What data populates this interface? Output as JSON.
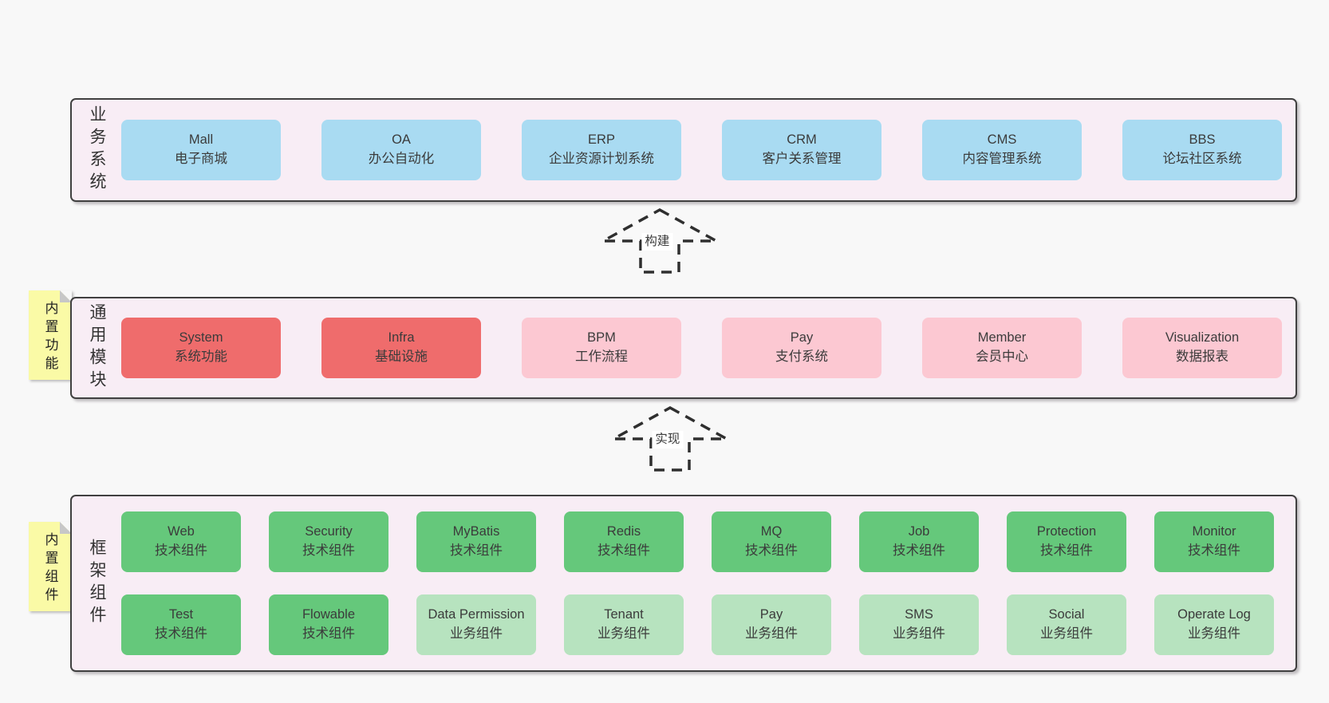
{
  "diagram_title": "framework-architecture-diagram",
  "arrows": [
    {
      "label": "构建"
    },
    {
      "label": "实现"
    }
  ],
  "colors": {
    "page_bg": "#f8f8f8",
    "band_bg": "#f8edf5",
    "band_border": "#404040",
    "blue_box": "#a9dbf2",
    "red_box": "#ef6c6c",
    "pink_box": "#fcc8d2",
    "green_dark_box": "#65c87b",
    "green_light_box": "#b7e3bf",
    "sticky_note": "#fafaa6",
    "text": "#3b3b3b"
  },
  "bands": [
    {
      "label": "业务系统",
      "boxes": [
        {
          "title": "Mall",
          "subtitle": "电子商城"
        },
        {
          "title": "OA",
          "subtitle": "办公自动化"
        },
        {
          "title": "ERP",
          "subtitle": "企业资源计划系统"
        },
        {
          "title": "CRM",
          "subtitle": "客户关系管理"
        },
        {
          "title": "CMS",
          "subtitle": "内容管理系统"
        },
        {
          "title": "BBS",
          "subtitle": "论坛社区系统"
        }
      ]
    },
    {
      "label": "通用模块",
      "note": "内置功能",
      "boxes": [
        {
          "title": "System",
          "subtitle": "系统功能"
        },
        {
          "title": "Infra",
          "subtitle": "基础设施"
        },
        {
          "title": "BPM",
          "subtitle": "工作流程"
        },
        {
          "title": "Pay",
          "subtitle": "支付系统"
        },
        {
          "title": "Member",
          "subtitle": "会员中心"
        },
        {
          "title": "Visualization",
          "subtitle": "数据报表"
        }
      ]
    },
    {
      "label": "框架组件",
      "note": "内置组件",
      "rows": [
        [
          {
            "title": "Web",
            "subtitle": "技术组件"
          },
          {
            "title": "Security",
            "subtitle": "技术组件"
          },
          {
            "title": "MyBatis",
            "subtitle": "技术组件"
          },
          {
            "title": "Redis",
            "subtitle": "技术组件"
          },
          {
            "title": "MQ",
            "subtitle": "技术组件"
          },
          {
            "title": "Job",
            "subtitle": "技术组件"
          },
          {
            "title": "Protection",
            "subtitle": "技术组件"
          },
          {
            "title": "Monitor",
            "subtitle": "技术组件"
          }
        ],
        [
          {
            "title": "Test",
            "subtitle": "技术组件"
          },
          {
            "title": "Flowable",
            "subtitle": "技术组件"
          },
          {
            "title": "Data Permission",
            "subtitle": "业务组件"
          },
          {
            "title": "Tenant",
            "subtitle": "业务组件"
          },
          {
            "title": "Pay",
            "subtitle": "业务组件"
          },
          {
            "title": "SMS",
            "subtitle": "业务组件"
          },
          {
            "title": "Social",
            "subtitle": "业务组件"
          },
          {
            "title": "Operate Log",
            "subtitle": "业务组件"
          }
        ]
      ]
    }
  ]
}
